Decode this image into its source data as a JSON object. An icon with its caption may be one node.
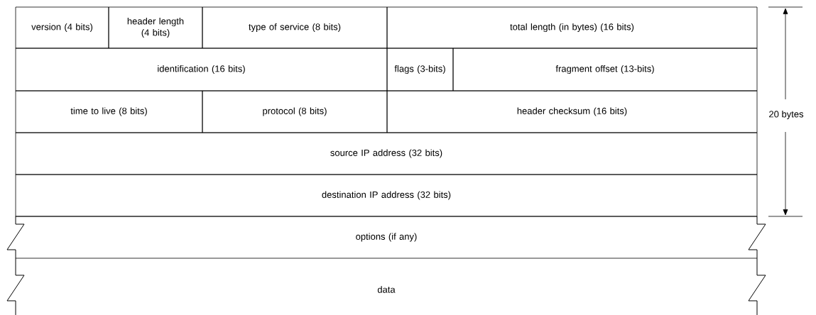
{
  "diagram": {
    "nodes": [
      {
        "text": [
          "version (4 bits)"
        ]
      },
      {
        "text": [
          "header length (4 bits)"
        ]
      },
      {
        "text": [
          "type of service (8 bits)"
        ]
      },
      {
        "text": [
          "total length (in bytes) (16 bits)"
        ]
      },
      {
        "text": [
          "identification (16 bits)"
        ]
      },
      {
        "text": [
          "flags (3-bits)"
        ]
      },
      {
        "text": [
          "fragment offset (13-bits)"
        ]
      },
      {
        "text": [
          "time to live (8 bits)"
        ]
      },
      {
        "text": [
          "protocol (8 bits)"
        ]
      },
      {
        "text": [
          "header checksum (16 bits)"
        ]
      },
      {
        "text": [
          "source IP address (32 bits)"
        ]
      },
      {
        "text": [
          "destination IP address (32 bits)"
        ]
      },
      {
        "text": [
          "options (if any)"
        ]
      },
      {
        "text": [
          "data"
        ]
      }
    ],
    "labels": [
      "20 bytes"
    ]
  }
}
